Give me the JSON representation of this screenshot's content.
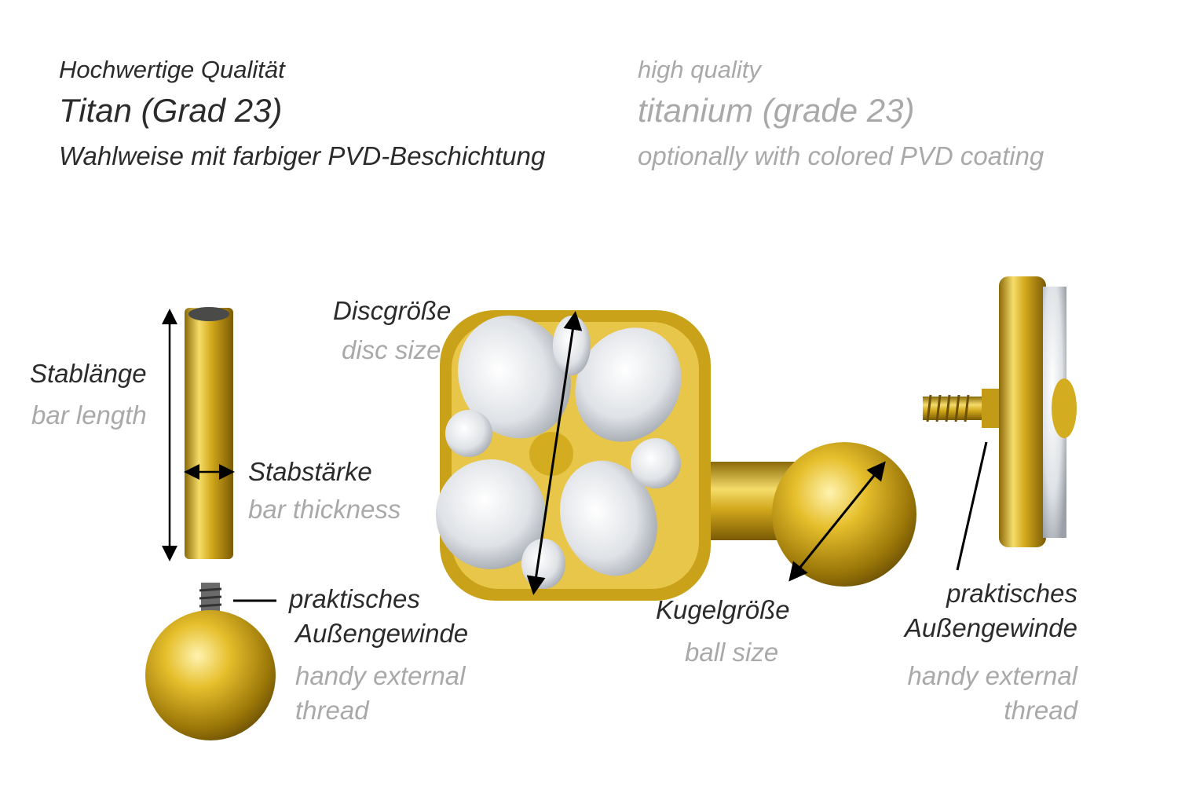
{
  "header": {
    "de": {
      "line1": "Hochwertige Qualität",
      "line2": "Titan (Grad 23)",
      "line3": "Wahlweise mit farbiger PVD-Beschichtung"
    },
    "en": {
      "line1": "high quality",
      "line2": "titanium (grade 23)",
      "line3": "optionally with colored PVD coating"
    }
  },
  "labels": {
    "bar_length": {
      "de": "Stablänge",
      "en": "bar length"
    },
    "bar_thickness": {
      "de": "Stabstärke",
      "en": "bar thickness"
    },
    "disc_size": {
      "de": "Discgröße",
      "en": "disc size"
    },
    "ball_size": {
      "de": "Kugelgröße",
      "en": "ball size"
    },
    "thread_left": {
      "de1": "praktisches",
      "de2": "Außengewinde",
      "en1": "handy external",
      "en2": "thread"
    },
    "thread_right": {
      "de1": "praktisches",
      "de2": "Außengewinde",
      "en1": "handy external",
      "en2": "thread"
    }
  },
  "colors": {
    "dark_text": "#2b2b2b",
    "light_text": "#a9a9a9",
    "gold": "#d9b01e"
  }
}
